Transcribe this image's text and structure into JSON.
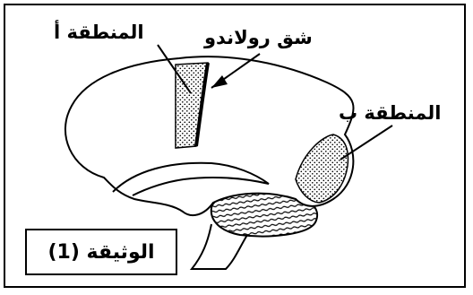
{
  "labels": {
    "area_a": "المنطقة أ",
    "rolando": "شق رولاندو",
    "area_b": "المنطقة ب"
  },
  "caption": "الوثيقة (1)",
  "colors": {
    "ink": "#000000",
    "background": "#ffffff",
    "stipple": "#000000"
  }
}
